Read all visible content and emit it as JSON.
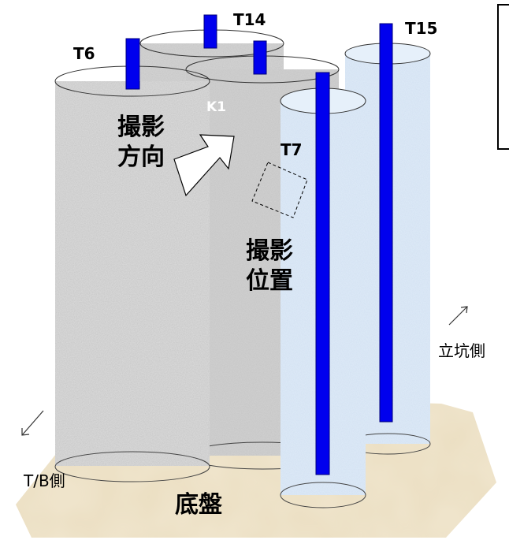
{
  "labels": {
    "t6": "T6",
    "t14": "T14",
    "t15": "T15",
    "t7": "T7",
    "k1": "K1",
    "shooting_direction": "撮影\n方向",
    "shooting_position": "撮影\n位置",
    "shaft_side": "立坑側",
    "tb_side": "T/B側",
    "bedrock": "底盤"
  },
  "colors": {
    "granite": "#d4d4d4",
    "ice_column": "#dbe8f6",
    "marker": "#0000ee",
    "floor": "#efe4cb"
  },
  "icons": {
    "direction_arrow": "block-arrow-right-icon",
    "diagonal_arrow": "diagonal-arrow-icon"
  }
}
